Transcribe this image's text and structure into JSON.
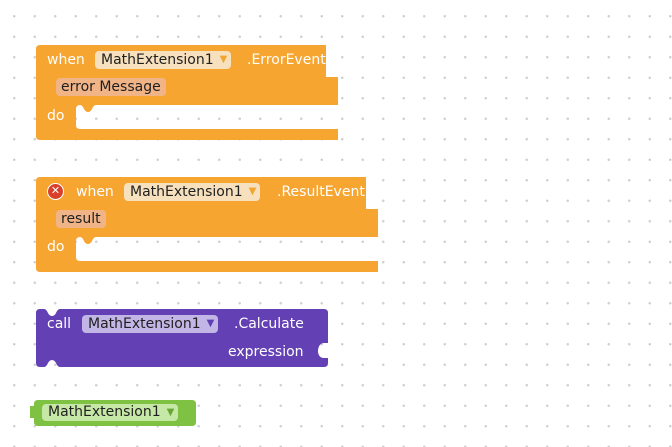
{
  "workspace": {
    "colors": {
      "event": "#f7a531",
      "method": "#6341b5",
      "component": "#7fc142",
      "param": "#f0b487",
      "error": "#d8402b"
    },
    "blocks": {
      "error_event": {
        "when_label": "when",
        "component": "MathExtension1",
        "event_name": ".ErrorEvent",
        "param": "error Message",
        "do_label": "do"
      },
      "result_event": {
        "when_label": "when",
        "component": "MathExtension1",
        "event_name": ".ResultEvent",
        "param": "result",
        "do_label": "do",
        "error_icon": "error-x-icon"
      },
      "calculate_call": {
        "call_label": "call",
        "component": "MathExtension1",
        "method_name": ".Calculate",
        "arg_label": "expression"
      },
      "component_block": {
        "component": "MathExtension1"
      }
    }
  }
}
